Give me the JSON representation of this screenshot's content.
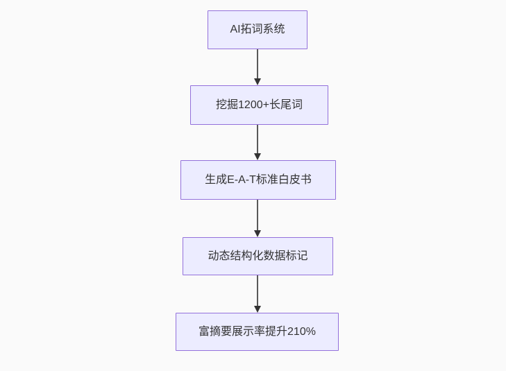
{
  "diagram": {
    "type": "flowchart",
    "direction": "top-down",
    "nodes": [
      {
        "label": "AI拓词系统"
      },
      {
        "label": "挖掘1200+长尾词"
      },
      {
        "label": "生成E-A-T标准白皮书"
      },
      {
        "label": "动态结构化数据标记"
      },
      {
        "label": "富摘要展示率提升210%"
      }
    ],
    "edges": [
      {
        "from": "AI拓词系统",
        "to": "挖掘1200+长尾词"
      },
      {
        "from": "挖掘1200+长尾词",
        "to": "生成E-A-T标准白皮书"
      },
      {
        "from": "生成E-A-T标准白皮书",
        "to": "动态结构化数据标记"
      },
      {
        "from": "动态结构化数据标记",
        "to": "富摘要展示率提升210%"
      }
    ],
    "colors": {
      "background": "#fafafa",
      "node_fill": "#ECECFF",
      "node_border": "#9370DB",
      "arrow": "#333333",
      "text": "#333333"
    }
  }
}
